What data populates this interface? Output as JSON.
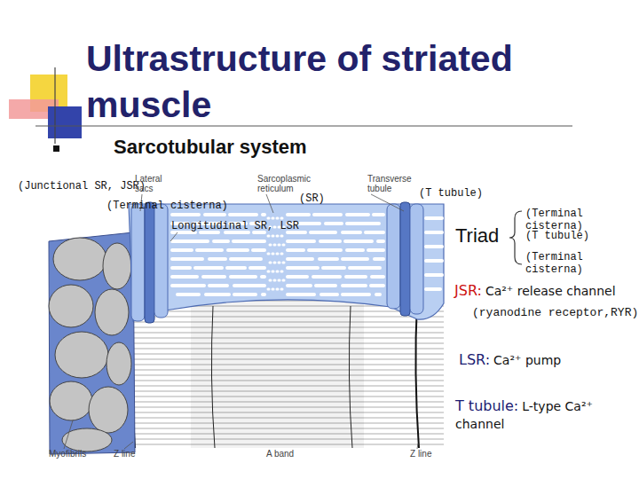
{
  "diagram": {
    "title": "Ultrastructure of striated muscle",
    "labels": [
      "Sarcotubular system",
      "(Junctional SR, JSR)",
      "Lateral sacs",
      "Sarcoplasmic reticulum",
      "Transverse tubule",
      "(Terminal cisterna)",
      "(SR)",
      "(T tubule)",
      "Longitudinal SR, LSR",
      "Triad",
      "(Terminal cisterna)",
      "(T tubule)",
      "(Terminal cisterna)",
      "JSR:",
      "Ca²⁺ release channel",
      "(ryanodine receptor,RYR)",
      "LSR:",
      "Ca²⁺ pump",
      "T tubule:",
      "L-type Ca²⁺ channel",
      "Myofibrils",
      "Z line",
      "A band",
      "Z line"
    ]
  }
}
